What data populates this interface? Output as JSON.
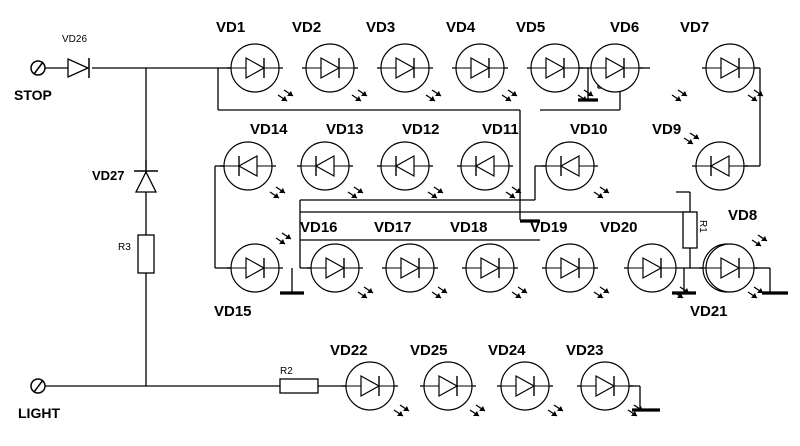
{
  "terminals": {
    "stop": "STOP",
    "light": "LIGHT"
  },
  "diodes": {
    "vd26": "VD26",
    "vd27": "VD27"
  },
  "resistors": {
    "r1": "R1",
    "r2": "R2",
    "r3": "R3"
  },
  "leds": [
    {
      "id": "VD1"
    },
    {
      "id": "VD2"
    },
    {
      "id": "VD3"
    },
    {
      "id": "VD4"
    },
    {
      "id": "VD5"
    },
    {
      "id": "VD6"
    },
    {
      "id": "VD7"
    },
    {
      "id": "VD8"
    },
    {
      "id": "VD9"
    },
    {
      "id": "VD10"
    },
    {
      "id": "VD11"
    },
    {
      "id": "VD12"
    },
    {
      "id": "VD13"
    },
    {
      "id": "VD14"
    },
    {
      "id": "VD15"
    },
    {
      "id": "VD16"
    },
    {
      "id": "VD17"
    },
    {
      "id": "VD18"
    },
    {
      "id": "VD19"
    },
    {
      "id": "VD20"
    },
    {
      "id": "VD21"
    },
    {
      "id": "VD22"
    },
    {
      "id": "VD23"
    },
    {
      "id": "VD24"
    },
    {
      "id": "VD25"
    }
  ]
}
